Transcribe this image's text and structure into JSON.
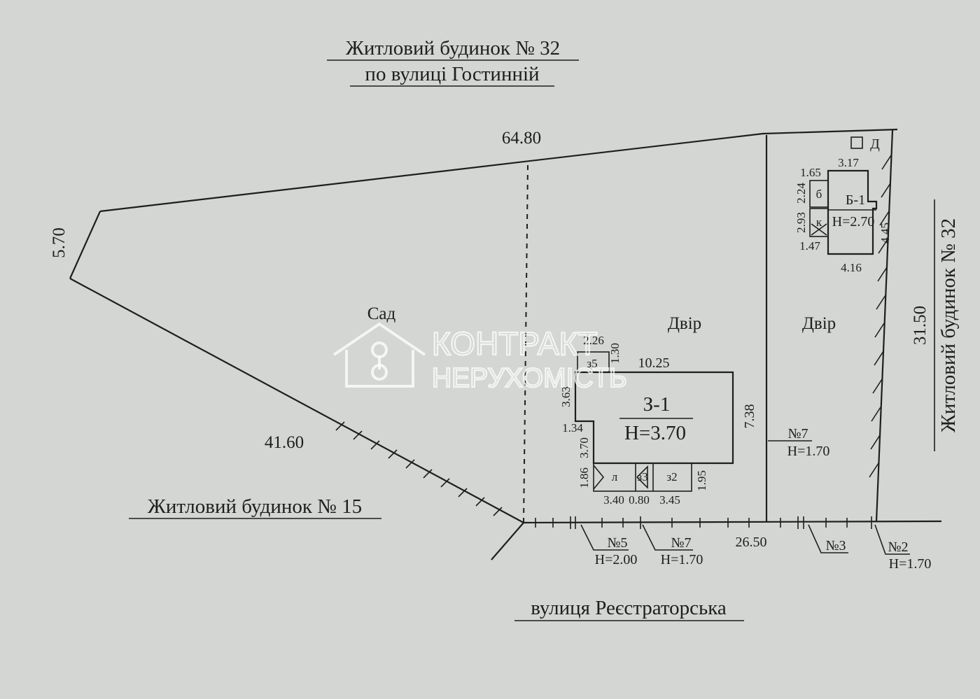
{
  "header": {
    "line1": "Житловий будинок № 32",
    "line2": "по вулиці Гостинній"
  },
  "labels": {
    "west_neighbor": "Житловий будинок № 15",
    "east_neighbor": "Житловий будинок № 32",
    "street": "вулиця Реєстраторська",
    "garden": "Сад",
    "yard_1": "Двір",
    "yard_2": "Двір"
  },
  "dimensions": {
    "north": "64.80",
    "west": "5.70",
    "southwest": "41.60",
    "east": "31.50",
    "south": "26.50",
    "inner_divider": "7.38"
  },
  "house_z1": {
    "label": "З-1",
    "height": "Н=3.70",
    "dims": [
      "10.25",
      "2.26",
      "1.30",
      "3.63",
      "1.34",
      "3.70",
      "1.86",
      "3.40",
      "0.80",
      "3.45",
      "1.95"
    ],
    "parts": [
      "з5",
      "з3",
      "л",
      "з2"
    ]
  },
  "house_b1": {
    "label": "Б-1",
    "height": "Н=2.70",
    "dims": [
      "3.17",
      "1.65",
      "2.24",
      "2.93",
      "1.47",
      "4.16",
      "4.45"
    ],
    "parts": [
      "б",
      "к"
    ],
    "outbuilding": "Д"
  },
  "fences": [
    {
      "number": "№5",
      "height": "Н=2.00"
    },
    {
      "number": "№7",
      "height": "Н=1.70"
    },
    {
      "number": "№3",
      "height": ""
    },
    {
      "number": "№2",
      "height": "Н=1.70"
    },
    {
      "number": "№7",
      "height": "Н=1.70"
    }
  ],
  "watermark": {
    "line1": "КОНТРАКТ",
    "line2": "НЕРУХОМІСТЬ"
  }
}
